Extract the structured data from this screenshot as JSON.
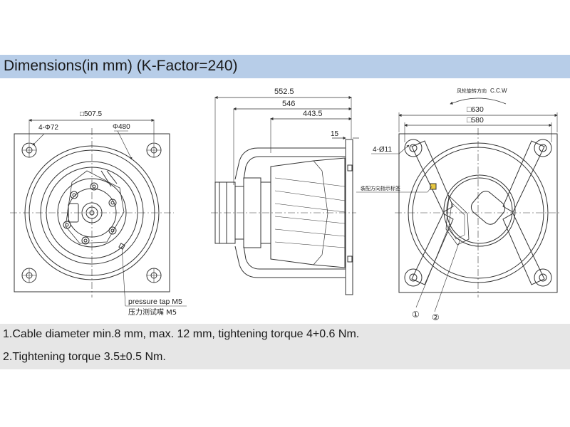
{
  "header": {
    "title": "Dimensions(in mm)  (K-Factor=240)"
  },
  "front_view": {
    "dim_square": "□507.5",
    "dim_holes": "4-Φ72",
    "dim_circle": "Φ480",
    "pressure_tap_en": "pressure tap M5",
    "pressure_tap_cn": "压力测试嘴 M5"
  },
  "side_view": {
    "dim_overall": "552.5",
    "dim_546": "546",
    "dim_443": "443.5",
    "dim_flange": "15"
  },
  "rear_view": {
    "rotation_cn": "风轮旋转方向",
    "rotation_dir": "C.C.W",
    "dim_outer": "□630",
    "dim_inner": "□580",
    "dim_holes": "4-Ø11",
    "label_cn": "装配方向指示标签",
    "callout_1": "①",
    "callout_2": "②"
  },
  "notes": [
    "1.Cable diameter min.8 mm, max. 12 mm, tightening torque 4+0.6 Nm.",
    "2.Tightening torque 3.5±0.5 Nm."
  ],
  "colors": {
    "header_bg": "#b7cde8",
    "note_bg": "#e6e6e6",
    "line": "#333333"
  }
}
